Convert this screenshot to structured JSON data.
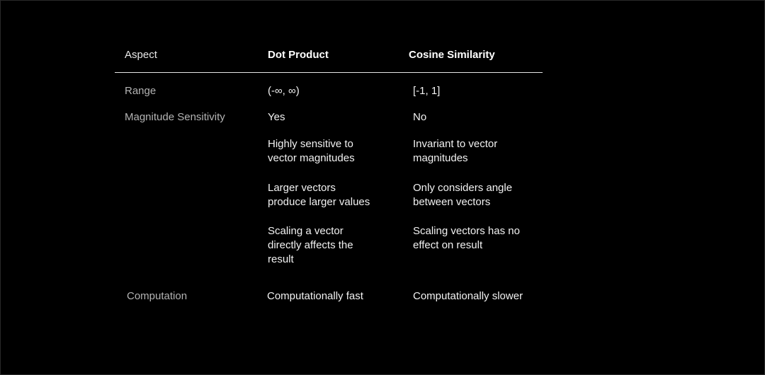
{
  "table": {
    "headers": {
      "aspect": "Aspect",
      "dot": "Dot Product",
      "cosine": "Cosine Similarity"
    },
    "rows": {
      "range": {
        "label": "Range",
        "dot": "(-∞, ∞)",
        "cosine": "[-1, 1]"
      },
      "magnitude": {
        "label": "Magnitude Sensitivity",
        "dot": "Yes",
        "cosine": "No",
        "dot_details": [
          [
            "Highly sensitive to",
            "vector magnitudes"
          ],
          [
            "Larger vectors",
            "produce larger values"
          ],
          [
            "Scaling a vector",
            "directly affects the",
            "result"
          ]
        ],
        "cosine_details": [
          [
            "Invariant to vector",
            "magnitudes"
          ],
          [
            "Only considers angle",
            "between vectors"
          ],
          [
            "Scaling vectors has no",
            "effect on result"
          ]
        ]
      },
      "computation": {
        "label": "Computation",
        "dot": "Computationally fast",
        "cosine": "Computationally slower"
      }
    }
  }
}
